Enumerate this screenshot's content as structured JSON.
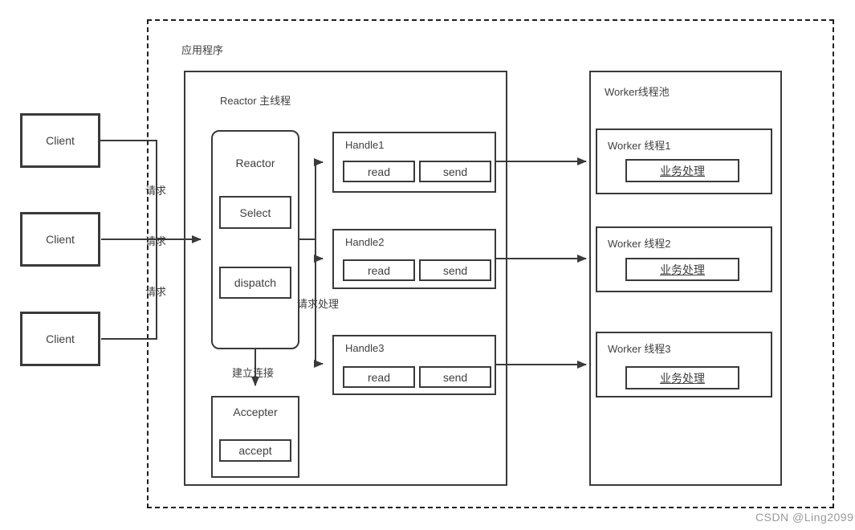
{
  "app": {
    "label": "应用程序"
  },
  "reactor_main": {
    "label": "Reactor 主线程"
  },
  "reactor": {
    "title": "Reactor",
    "select": "Select",
    "dispatch": "dispatch"
  },
  "handles": [
    {
      "title": "Handle1",
      "read": "read",
      "send": "send"
    },
    {
      "title": "Handle2",
      "read": "read",
      "send": "send"
    },
    {
      "title": "Handle3",
      "read": "read",
      "send": "send"
    }
  ],
  "accepter": {
    "title": "Accepter",
    "accept": "accept"
  },
  "worker_pool": {
    "label": "Worker线程池"
  },
  "workers": [
    {
      "title": "Worker 线程1",
      "task": "业务处理"
    },
    {
      "title": "Worker 线程2",
      "task": "业务处理"
    },
    {
      "title": "Worker 线程3",
      "task": "业务处理"
    }
  ],
  "clients": [
    {
      "label": "Client"
    },
    {
      "label": "Client"
    },
    {
      "label": "Client"
    }
  ],
  "edges": {
    "request1": "请求",
    "request2": "请求",
    "request3": "请求",
    "request_handling": "请求处理",
    "establish_connection": "建立连接"
  },
  "watermark": {
    "text": "CSDN @Ling2099"
  },
  "colors": {
    "line": "#3a3a3a",
    "text": "#3f3f3f",
    "watermark": "#9a9a9a",
    "background": "#ffffff"
  }
}
